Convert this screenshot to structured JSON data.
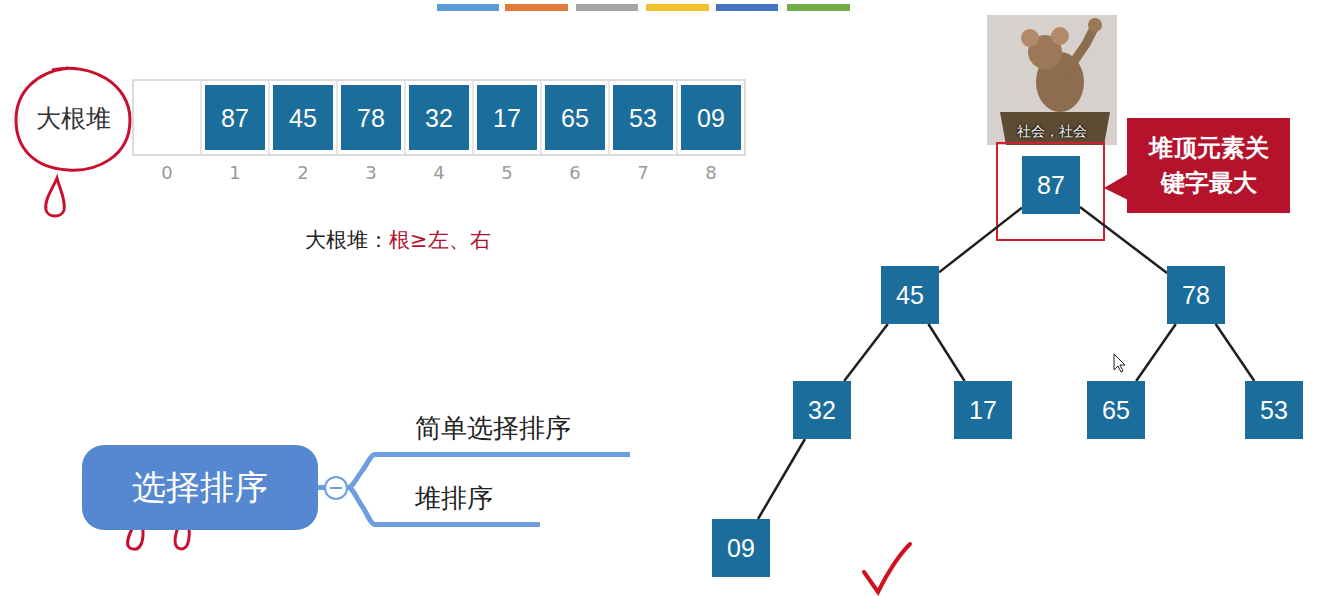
{
  "diagram": {
    "nodes": [
      {
        "text": [
          "大根堆"
        ]
      },
      {
        "text": [
          "87"
        ]
      },
      {
        "text": [
          "45"
        ]
      },
      {
        "text": [
          "78"
        ]
      },
      {
        "text": [
          "32"
        ]
      },
      {
        "text": [
          "17"
        ]
      },
      {
        "text": [
          "65"
        ]
      },
      {
        "text": [
          "53"
        ]
      },
      {
        "text": [
          "09"
        ]
      },
      {
        "text": [
          "87"
        ]
      },
      {
        "text": [
          "45"
        ]
      },
      {
        "text": [
          "78"
        ]
      },
      {
        "text": [
          "32"
        ]
      },
      {
        "text": [
          "17"
        ]
      },
      {
        "text": [
          "65"
        ]
      },
      {
        "text": [
          "53"
        ]
      },
      {
        "text": [
          "09"
        ]
      },
      {
        "text": [
          "堆顶元素关键字最大"
        ]
      },
      {
        "text": [
          "选择排序"
        ]
      },
      {
        "text": [
          "简单选择排序"
        ]
      },
      {
        "text": [
          "堆排序"
        ]
      }
    ],
    "edges": [
      {
        "from": 9,
        "to": 10,
        "arrow": "none"
      },
      {
        "from": 9,
        "to": 11,
        "arrow": "none"
      },
      {
        "from": 10,
        "to": 12,
        "arrow": "none"
      },
      {
        "from": 10,
        "to": 13,
        "arrow": "none"
      },
      {
        "from": 11,
        "to": 14,
        "arrow": "none"
      },
      {
        "from": 11,
        "to": 15,
        "arrow": "none"
      },
      {
        "from": 12,
        "to": 16,
        "arrow": "none"
      },
      {
        "from": 18,
        "to": 19,
        "arrow": "none"
      },
      {
        "from": 18,
        "to": 20,
        "arrow": "none"
      }
    ],
    "labels": [
      "社会，社会",
      "0",
      "1",
      "2",
      "3",
      "4",
      "5",
      "6",
      "7",
      "8",
      "大根堆：",
      "根≥左、右"
    ]
  }
}
